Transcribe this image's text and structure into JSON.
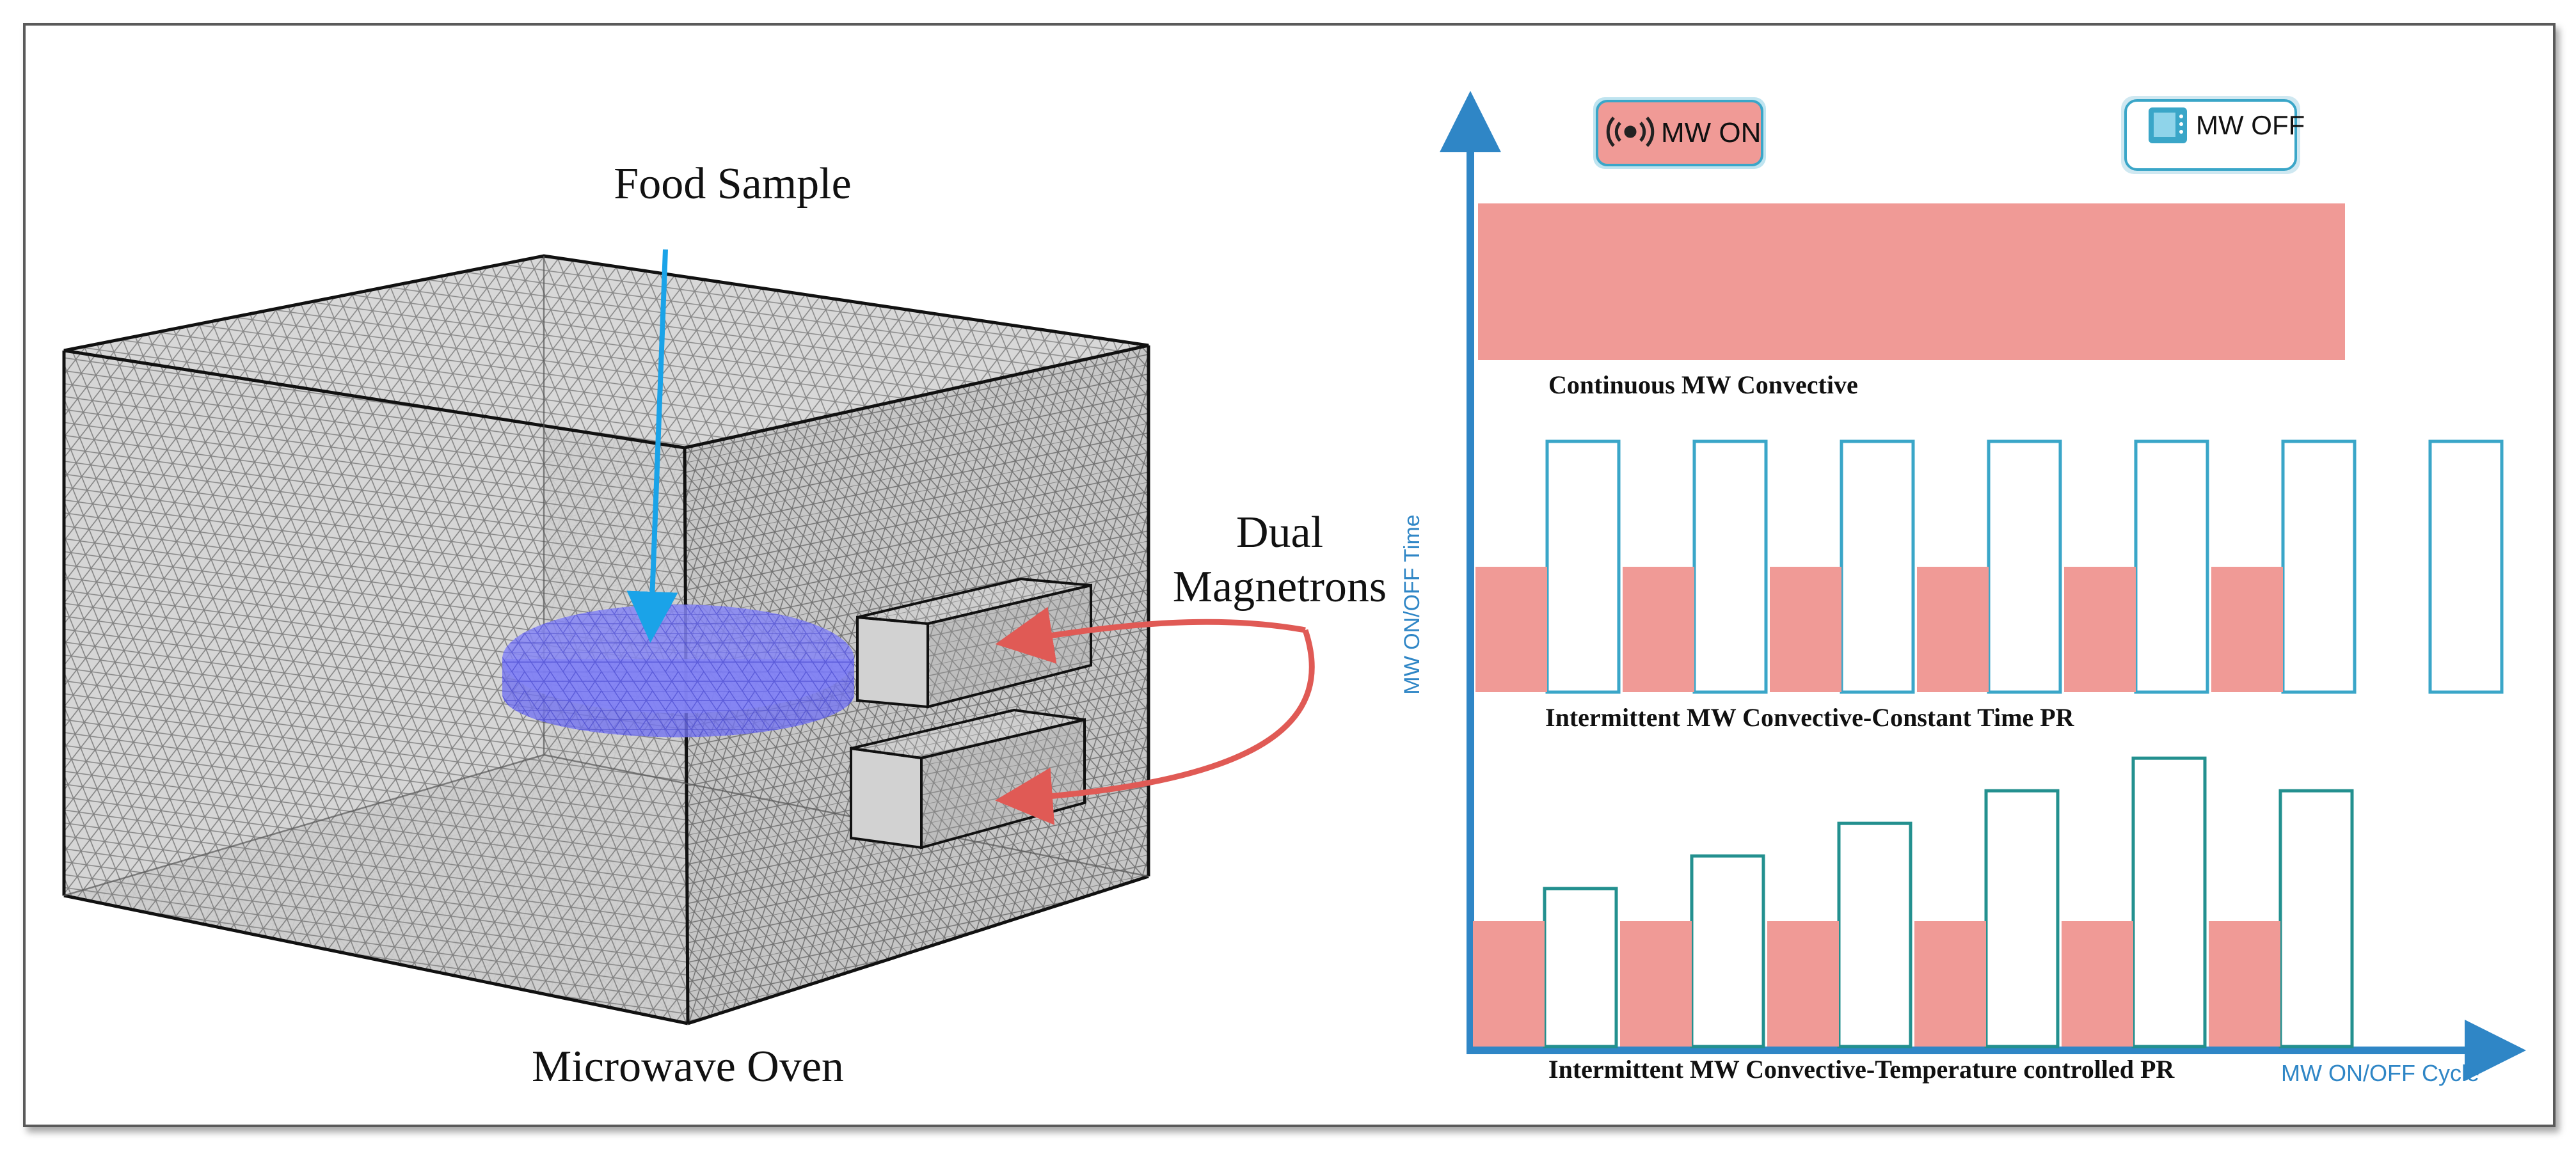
{
  "left_panel": {
    "food_sample_label": "Food Sample",
    "dual_label_line1": "Dual",
    "dual_label_line2": "Magnetrons",
    "oven_label": "Microwave Oven"
  },
  "right_panel": {
    "legend_on_label": "MW ON",
    "legend_off_label": "MW OFF",
    "y_axis_label": "MW ON/OFF Time",
    "x_axis_label": "MW ON/OFF Cycle",
    "scheme1_label": "Continuous MW Convective",
    "scheme2_label": "Intermittent MW Convective-Constant Time PR",
    "scheme3_label": "Intermittent MW Convective-Temperature controlled PR"
  },
  "colors": {
    "mw_on": "#f09a96",
    "mw_off_outline": "#3aa6c8",
    "axis": "#2f86c6",
    "arrow_red": "#e05a55",
    "arrow_blue": "#1aa3e8",
    "mesh": "#b7b7b7",
    "sample": "#6f6ff5"
  },
  "chart_data": [
    {
      "type": "bar",
      "name_label": "Continuous MW Convective",
      "segments": [
        {
          "state": "MW ON",
          "duration": 1.0
        }
      ]
    },
    {
      "type": "bar",
      "name_label": "Intermittent MW Convective-Constant Time PR",
      "cycles": 6,
      "on_heights": [
        1,
        1,
        1,
        1,
        1,
        1
      ],
      "off_heights": [
        2,
        2,
        2,
        2,
        2,
        2,
        2
      ]
    },
    {
      "type": "bar",
      "name_label": "Intermittent MW Convective-Temperature controlled PR",
      "on_heights": [
        1,
        1,
        1,
        1,
        1,
        1
      ],
      "off_heights": [
        1.26,
        1.52,
        1.78,
        2.04,
        2.3,
        2.04
      ]
    }
  ]
}
